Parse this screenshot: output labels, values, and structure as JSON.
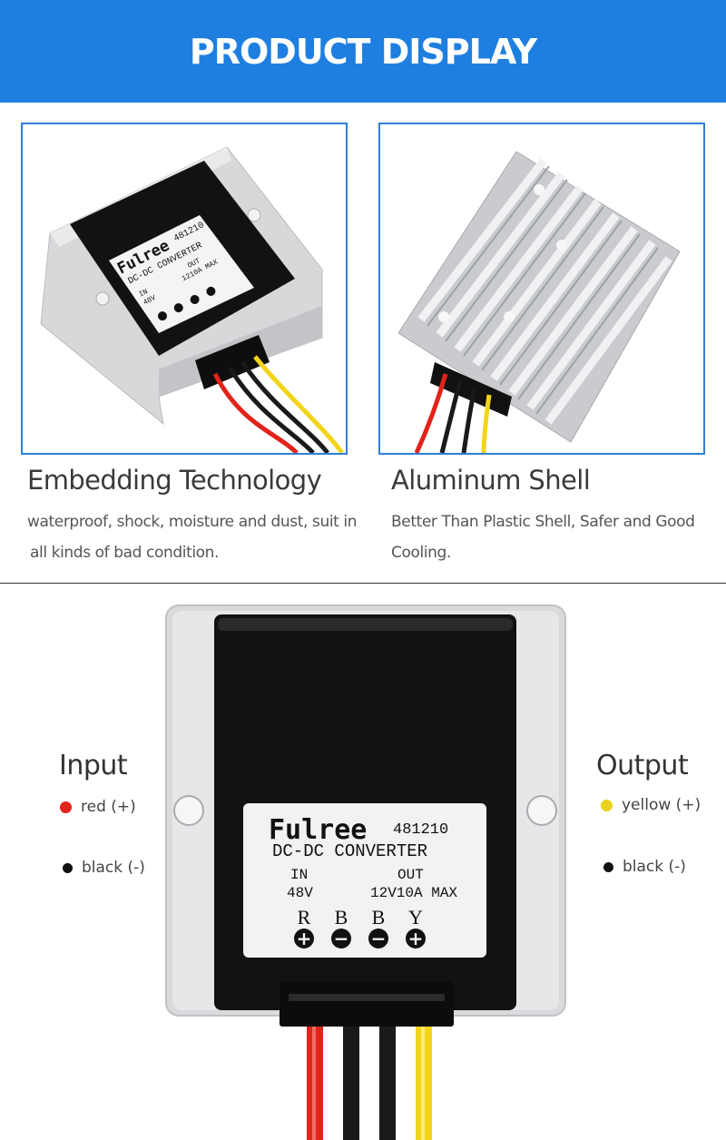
{
  "header": {
    "title": "PRODUCT DISPLAY"
  },
  "features": [
    {
      "title": "Embedding Technology",
      "lines": [
        "waterproof, shock, moisture and dust, suit in",
        "all kinds of bad condition."
      ]
    },
    {
      "title": "Aluminum Shell",
      "lines": [
        "Better Than Plastic Shell, Safer and Good",
        "Cooling."
      ]
    }
  ],
  "product_label": {
    "brand": "Fulree",
    "model": "481210",
    "subtitle": "DC-DC CONVERTER",
    "in_label": "IN",
    "in_value": "48V",
    "out_label": "OUT",
    "out_value": "12V10A MAX",
    "small_out_value": "1210A MAX",
    "terminals": [
      "R",
      "B",
      "B",
      "Y"
    ],
    "symbols": [
      "+",
      "−",
      "−",
      "+"
    ]
  },
  "input": {
    "title": "Input",
    "wires": [
      {
        "label": "red (+)",
        "color": "#e2231a"
      },
      {
        "label": "black (-)",
        "color": "#111111"
      }
    ]
  },
  "output": {
    "title": "Output",
    "wires": [
      {
        "label": "yellow (+)",
        "color": "#e8d21c"
      },
      {
        "label": "black (-)",
        "color": "#111111"
      }
    ]
  },
  "colors": {
    "banner": "#1f7fe0",
    "frame_border": "#2f7fd8",
    "wire_red": "#e2231a",
    "wire_yellow": "#f2d51a",
    "wire_black": "#1a1a1a",
    "shell": "#d9dadc"
  }
}
